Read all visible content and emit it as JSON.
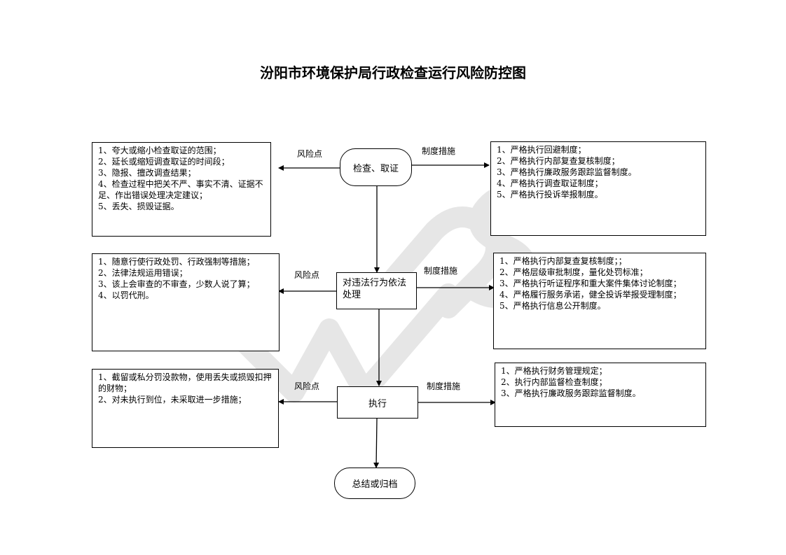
{
  "title": "汾阳市环境保护局行政检查运行风险防控图",
  "watermark": "WPS",
  "labels": {
    "risk": "风险点",
    "measures": "制度措施"
  },
  "nodes": {
    "inspect": "检查、取证",
    "handle": "对违法行为依法处理",
    "execute": "执行",
    "archive": "总结或归档"
  },
  "risks": {
    "inspect": [
      "1、夸大或缩小检查取证的范围；",
      "2、延长或缩短调查取证的时间段；",
      "3、隐报、擅改调查结果；",
      "4、检查过程中把关不严、事实不清、证据不足、作出错误处理决定建议；",
      "5、丢失、损毁证据。"
    ],
    "handle": [
      "1、随意行使行政处罚、行政强制等措施；",
      "2、法律法规运用错误；",
      "3、该上会审查的不审查，少数人说了算；",
      "4、以罚代刑。"
    ],
    "execute": [
      "1、截留或私分罚没款物，使用丢失或损毁扣押的财物；",
      "2、对未执行到位，未采取进一步措施；"
    ]
  },
  "measures": {
    "inspect": [
      "1、严格执行回避制度；",
      "2、严格执行内部复查复核制度；",
      "3、严格执行廉政服务跟踪监督制度。",
      "4、严格执行调查取证制度；",
      "5、严格执行投诉举报制度。"
    ],
    "handle": [
      "1、严格执行内部复查复核制度；；",
      "2、严格层级审批制度，量化处罚标准；",
      "3、严格执行听证程序和重大案件集体讨论制度；",
      "4、严格履行服务承诺，健全投诉举报受理制度；",
      "5、严格执行信息公开制度。"
    ],
    "execute": [
      "1、严格执行财务管理规定；",
      "2、执行内部监督检查制度；",
      "3、严格执行廉政服务跟踪监督制度。"
    ]
  }
}
